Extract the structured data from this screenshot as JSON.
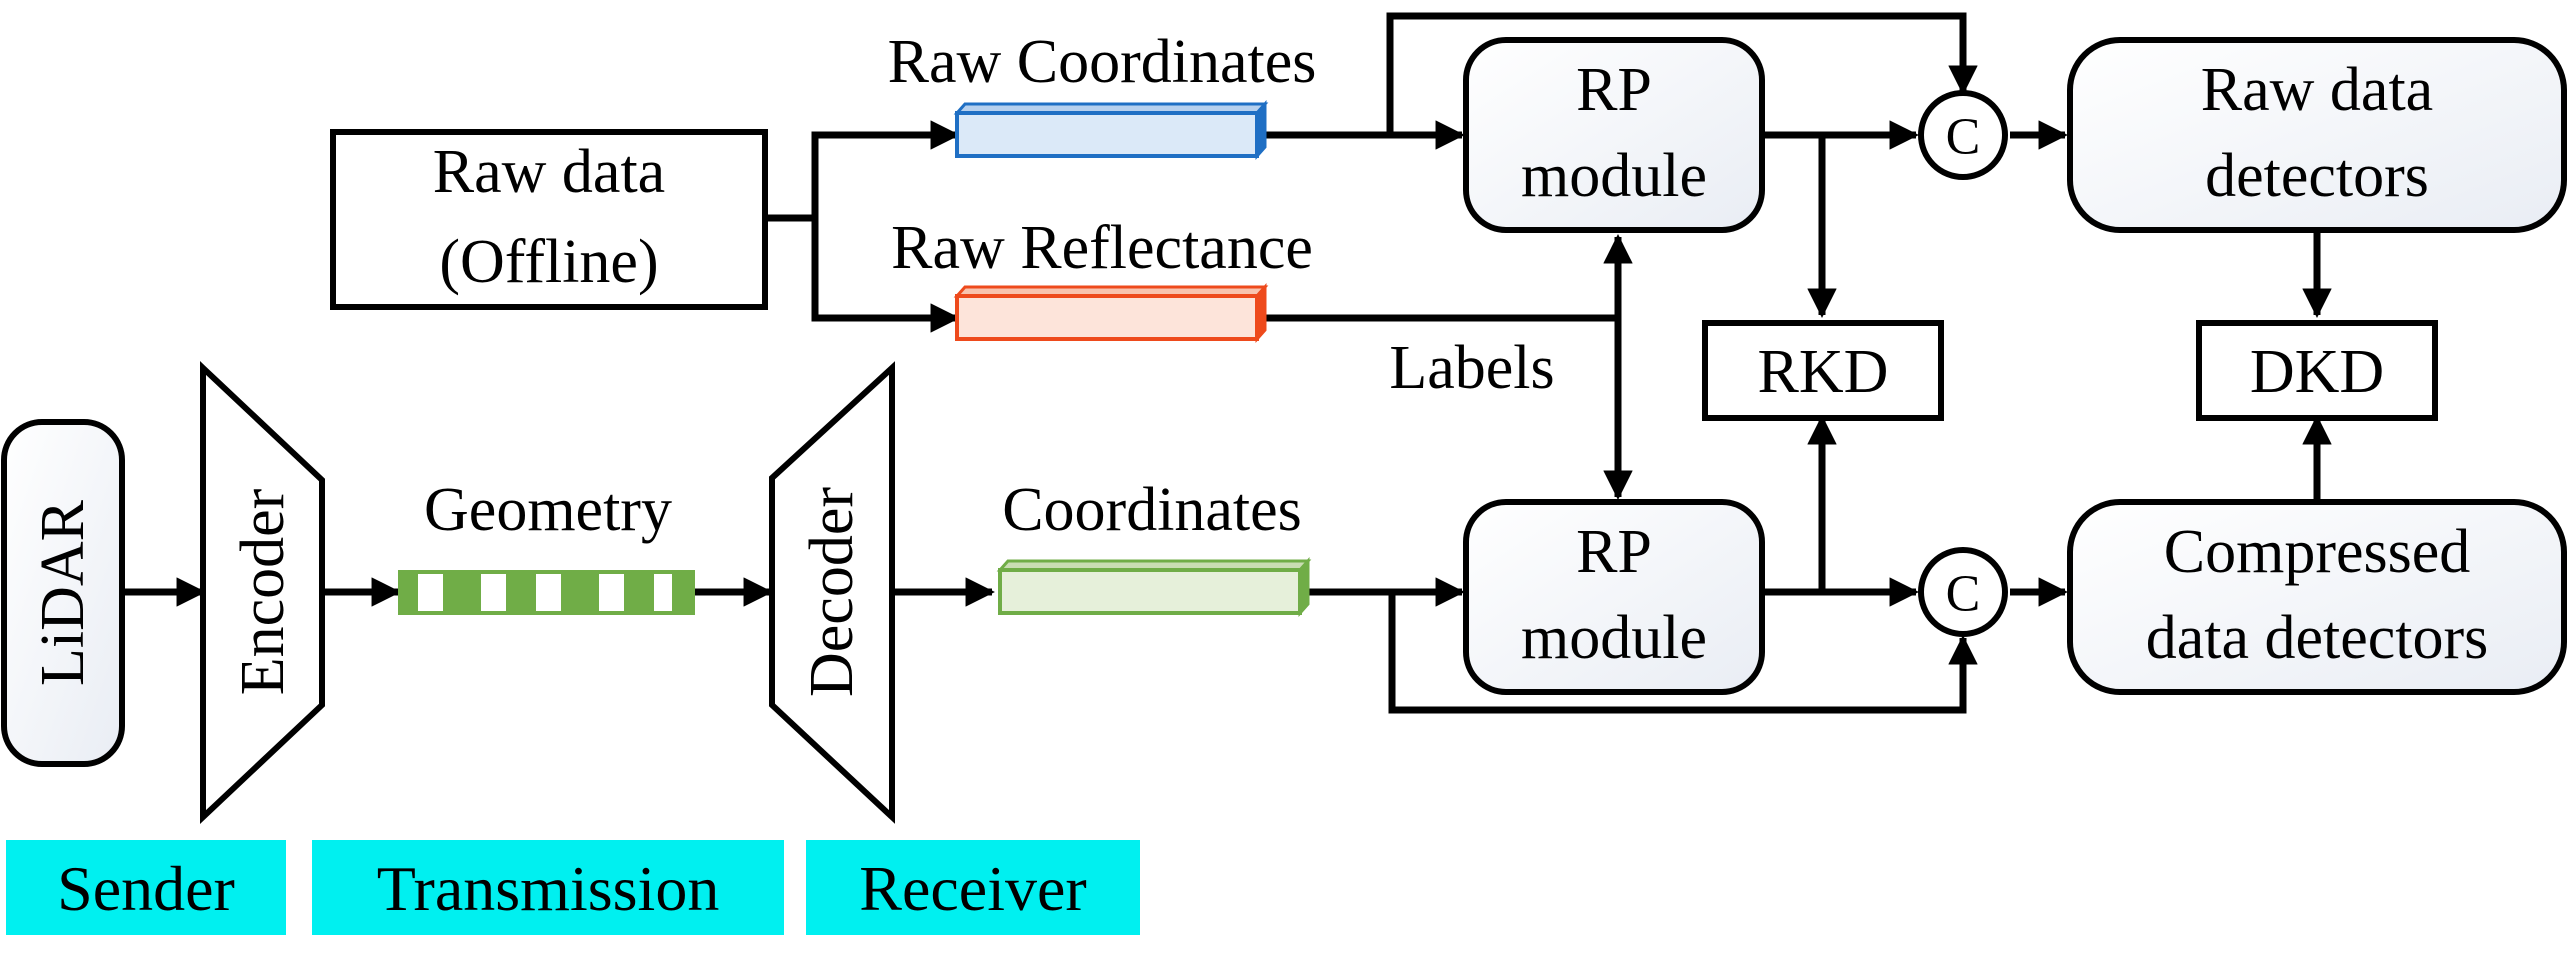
{
  "blocks": {
    "lidar": "LiDAR",
    "encoder": "Encoder",
    "decoder": "Decoder",
    "raw_data_line1": "Raw data",
    "raw_data_line2": "(Offline)",
    "rp_top_line1": "RP",
    "rp_top_line2": "module",
    "rp_bottom_line1": "RP",
    "rp_bottom_line2": "module",
    "raw_detectors_line1": "Raw data",
    "raw_detectors_line2": "detectors",
    "compressed_detectors_line1": "Compressed",
    "compressed_detectors_line2": "data detectors",
    "rkd": "RKD",
    "dkd": "DKD",
    "concat_symbol": "C"
  },
  "signals": {
    "raw_coordinates": "Raw Coordinates",
    "raw_reflectance": "Raw Reflectance",
    "geometry": "Geometry",
    "coordinates": "Coordinates",
    "labels": "Labels"
  },
  "stages": {
    "sender": "Sender",
    "transmission": "Transmission",
    "receiver": "Receiver"
  },
  "colors": {
    "stage_bg": "#00f0f0",
    "raw_coord_stroke": "#1f6fc4",
    "raw_coord_fill": "#dbe9f8",
    "raw_refl_stroke": "#ee4a1c",
    "raw_refl_fill": "#fde4da",
    "geometry_green": "#70ad47",
    "coords_fill": "#e6f0da"
  }
}
